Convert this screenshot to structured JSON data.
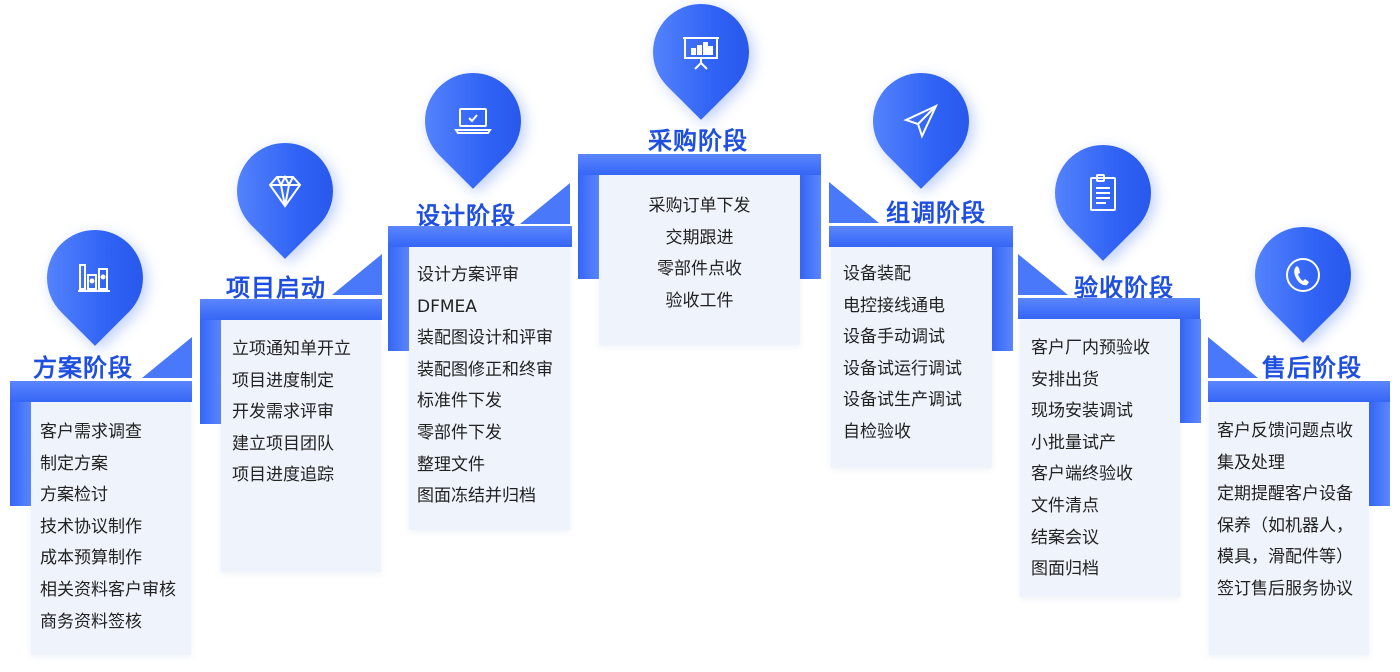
{
  "stages": [
    {
      "id": "stage-1",
      "title": "方案阶段",
      "icon": "building-chart-icon",
      "items": [
        "客户需求调查",
        "制定方案",
        "方案检讨",
        "技术协议制作",
        "成本预算制作",
        "相关资料客户审核",
        "商务资料签核"
      ]
    },
    {
      "id": "stage-2",
      "title": "项目启动",
      "icon": "diamond-icon",
      "items": [
        "立项通知单开立",
        "项目进度制定",
        "开发需求评审",
        "建立项目团队",
        "项目进度追踪"
      ]
    },
    {
      "id": "stage-3",
      "title": "设计阶段",
      "icon": "laptop-check-icon",
      "items": [
        "设计方案评审",
        "DFMEA",
        "装配图设计和评审",
        "装配图修正和终审",
        "标准件下发",
        "零部件下发",
        "整理文件",
        "图面冻结并归档"
      ]
    },
    {
      "id": "stage-4",
      "title": "采购阶段",
      "icon": "presentation-board-icon",
      "items": [
        "采购订单下发",
        "交期跟进",
        "零部件点收",
        "验收工件"
      ]
    },
    {
      "id": "stage-5",
      "title": "组调阶段",
      "icon": "paper-plane-icon",
      "items": [
        "设备装配",
        "电控接线通电",
        "设备手动调试",
        "设备试运行调试",
        "设备试生产调试",
        "自检验收"
      ]
    },
    {
      "id": "stage-6",
      "title": "验收阶段",
      "icon": "clipboard-document-icon",
      "items": [
        "客户厂内预验收",
        "安排出货",
        "现场安装调试",
        "小批量试产",
        "客户端终验收",
        "文件清点",
        "结案会议",
        "图面归档"
      ]
    },
    {
      "id": "stage-7",
      "title": "售后阶段",
      "icon": "phone-handset-icon",
      "items": [
        "客户反馈问题点收",
        "集及处理",
        "定期提醒客户设备",
        "保养（如机器人，",
        "模具，滑配件等）",
        "签订售后服务协议"
      ]
    }
  ]
}
